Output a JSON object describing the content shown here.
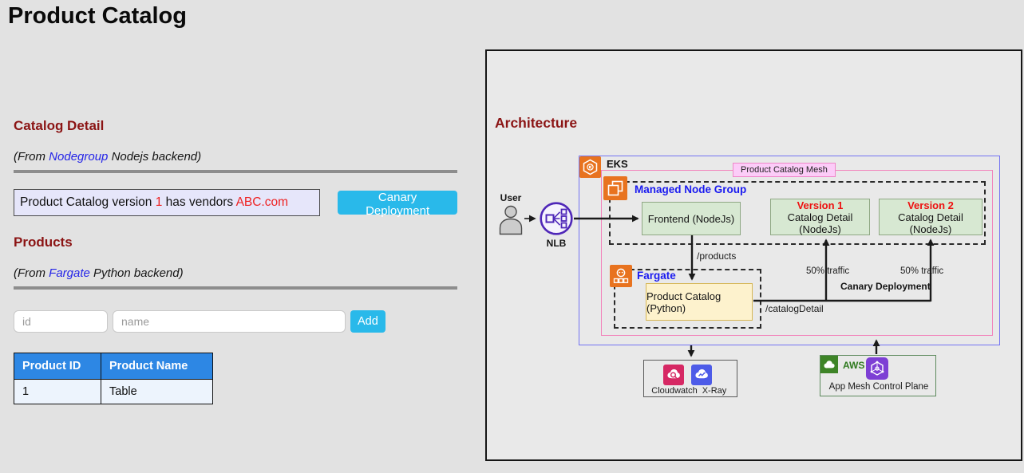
{
  "page": {
    "title": "Product Catalog"
  },
  "catalog": {
    "heading": "Catalog Detail",
    "from_prefix": "(From ",
    "from_link": "Nodegroup",
    "from_suffix": " Nodejs backend)",
    "message": {
      "part1": "Product Catalog version ",
      "version": "1",
      "part2": " has vendors ",
      "vendor": "ABC.com"
    },
    "canary_button": "Canary Deployment"
  },
  "products": {
    "heading": "Products",
    "from_prefix": "(From ",
    "from_link": "Fargate",
    "from_suffix": " Python backend)",
    "id_placeholder": "id",
    "name_placeholder": "name",
    "add_button": "Add",
    "table": {
      "headers": [
        "Product ID",
        "Product Name"
      ],
      "rows": [
        [
          "1",
          "Table"
        ]
      ]
    }
  },
  "architecture": {
    "heading": "Architecture",
    "user_label": "User",
    "nlb_label": "NLB",
    "eks_label": "EKS",
    "mesh_label": "Product Catalog Mesh",
    "managed_node_group_label": "Managed Node Group",
    "frontend_label": "Frontend (NodeJs)",
    "version1_title": "Version 1",
    "version1_sub": "Catalog Detail (NodeJs)",
    "version2_title": "Version 2",
    "version2_sub": "Catalog Detail (NodeJs)",
    "fargate_label": "Fargate",
    "product_catalog_label": "Product Catalog (Python)",
    "products_path": "/products",
    "catalog_detail_path": "/catalogDetail",
    "traffic_left": "50% traffic",
    "traffic_right": "50% traffic",
    "canary_label": "Canary Deployment",
    "cloudwatch_label": "Cloudwatch",
    "xray_label": "X-Ray",
    "aws_label": "AWS",
    "app_mesh_label": "App Mesh Control Plane"
  },
  "colors": {
    "accent_cyan": "#29b9ea",
    "table_header_blue": "#2d87e4",
    "heading_maroon": "#8b1414",
    "link_blue": "#2424e8",
    "value_red": "#ee2222",
    "message_bg_lavender": "#e6e6fa",
    "eks_border_blue": "#7373f2",
    "mesh_pink_border": "#f283bb",
    "mesh_label_bg": "#fcccf8",
    "node_green_fill": "#d7e8d2",
    "python_yellow_fill": "#fdf2cd",
    "aws_orange": "#e8731f",
    "nlb_purple": "#4f27b8",
    "cloudwatch_pink": "#d62864",
    "xray_indigo": "#4d5be8",
    "aws_green": "#3e8427",
    "app_mesh_purple": "#7d3fd4"
  }
}
